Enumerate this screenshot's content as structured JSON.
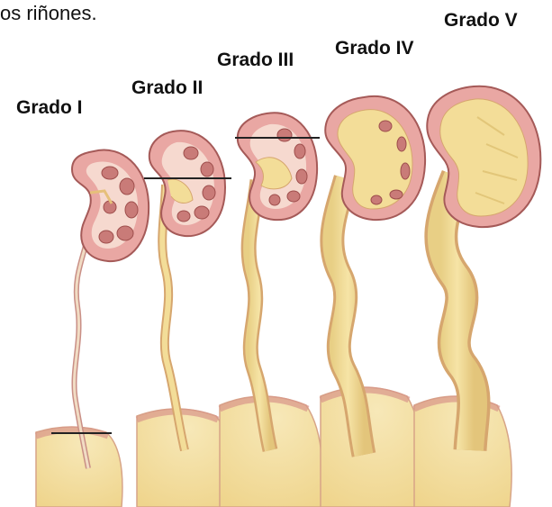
{
  "caption": "os riñones.",
  "grades": [
    {
      "label": "Grado I"
    },
    {
      "label": "Grado II"
    },
    {
      "label": "Grado III"
    },
    {
      "label": "Grado IV"
    },
    {
      "label": "Grado V"
    }
  ],
  "colors": {
    "kidney_outer": "#e9a7a3",
    "kidney_inner": "#f6d9cf",
    "pyramid": "#c97b78",
    "urine": "#f1de97",
    "bladder": "#f5e3a8",
    "edge": "#a55a58",
    "marker_line": "#222222"
  }
}
